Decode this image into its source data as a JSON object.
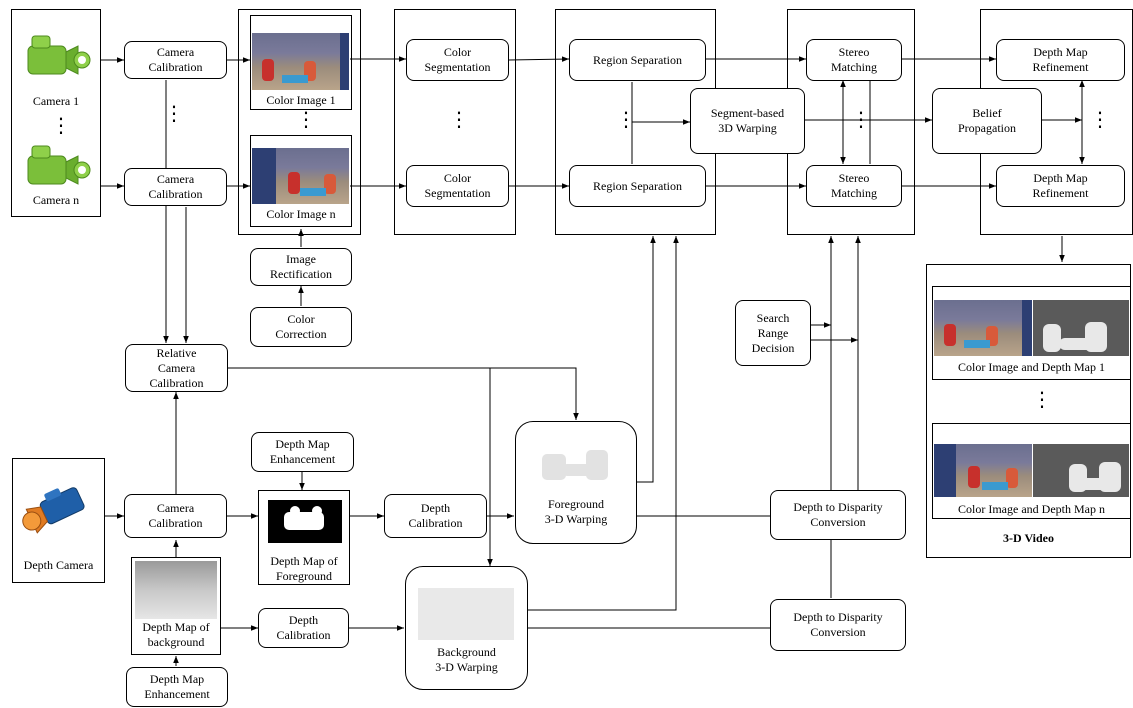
{
  "labels": {
    "camera1": "Camera 1",
    "camera_n": "Camera n",
    "depth_camera": "Depth Camera",
    "color_image_1": "Color Image 1",
    "color_image_n": "Color Image n",
    "color_depth_1": "Color Image and Depth Map 1",
    "color_depth_n": "Color Image and Depth Map n",
    "video_3d": "3-D Video",
    "depth_map_fg": "Depth Map of\nForeground",
    "depth_map_bg": "Depth Map of\nbackground"
  },
  "nodes": {
    "camera_calibration_1": "Camera\nCalibration",
    "camera_calibration_n": "Camera\nCalibration",
    "camera_calibration_depth": "Camera\nCalibration",
    "image_rectification": "Image\nRectification",
    "color_correction": "Color\nCorrection",
    "relative_camera_calibration": "Relative\nCamera\nCalibration",
    "depth_map_enhancement_top": "Depth Map\nEnhancement",
    "depth_map_enhancement_bottom": "Depth Map\nEnhancement",
    "color_segmentation_1": "Color\nSegmentation",
    "color_segmentation_n": "Color\nSegmentation",
    "depth_calibration_fg": "Depth\nCalibration",
    "depth_calibration_bg": "Depth\nCalibration",
    "region_separation_1": "Region Separation",
    "region_separation_n": "Region Separation",
    "segment_warping": "Segment-based\n3D Warping",
    "foreground_warping": "Foreground\n3-D Warping",
    "background_warping": "Background\n3-D Warping",
    "stereo_matching_1": "Stereo\nMatching",
    "stereo_matching_n": "Stereo\nMatching",
    "search_range_decision": "Search\nRange\nDecision",
    "depth_to_disparity_fg": "Depth to Disparity\nConversion",
    "depth_to_disparity_bg": "Depth to Disparity\nConversion",
    "belief_propagation": "Belief\nPropagation",
    "depth_map_refinement_1": "Depth Map\nRefinement",
    "depth_map_refinement_n": "Depth Map\nRefinement"
  },
  "ellipsis": "⋮",
  "icons": {
    "color_camera": "video-camera-icon",
    "depth_camera": "depth-camera-icon"
  },
  "colors": {
    "camera_green": "#7bbf3a",
    "depth_camera_blue": "#1f5fa8",
    "depth_camera_orange": "#e07b22"
  }
}
